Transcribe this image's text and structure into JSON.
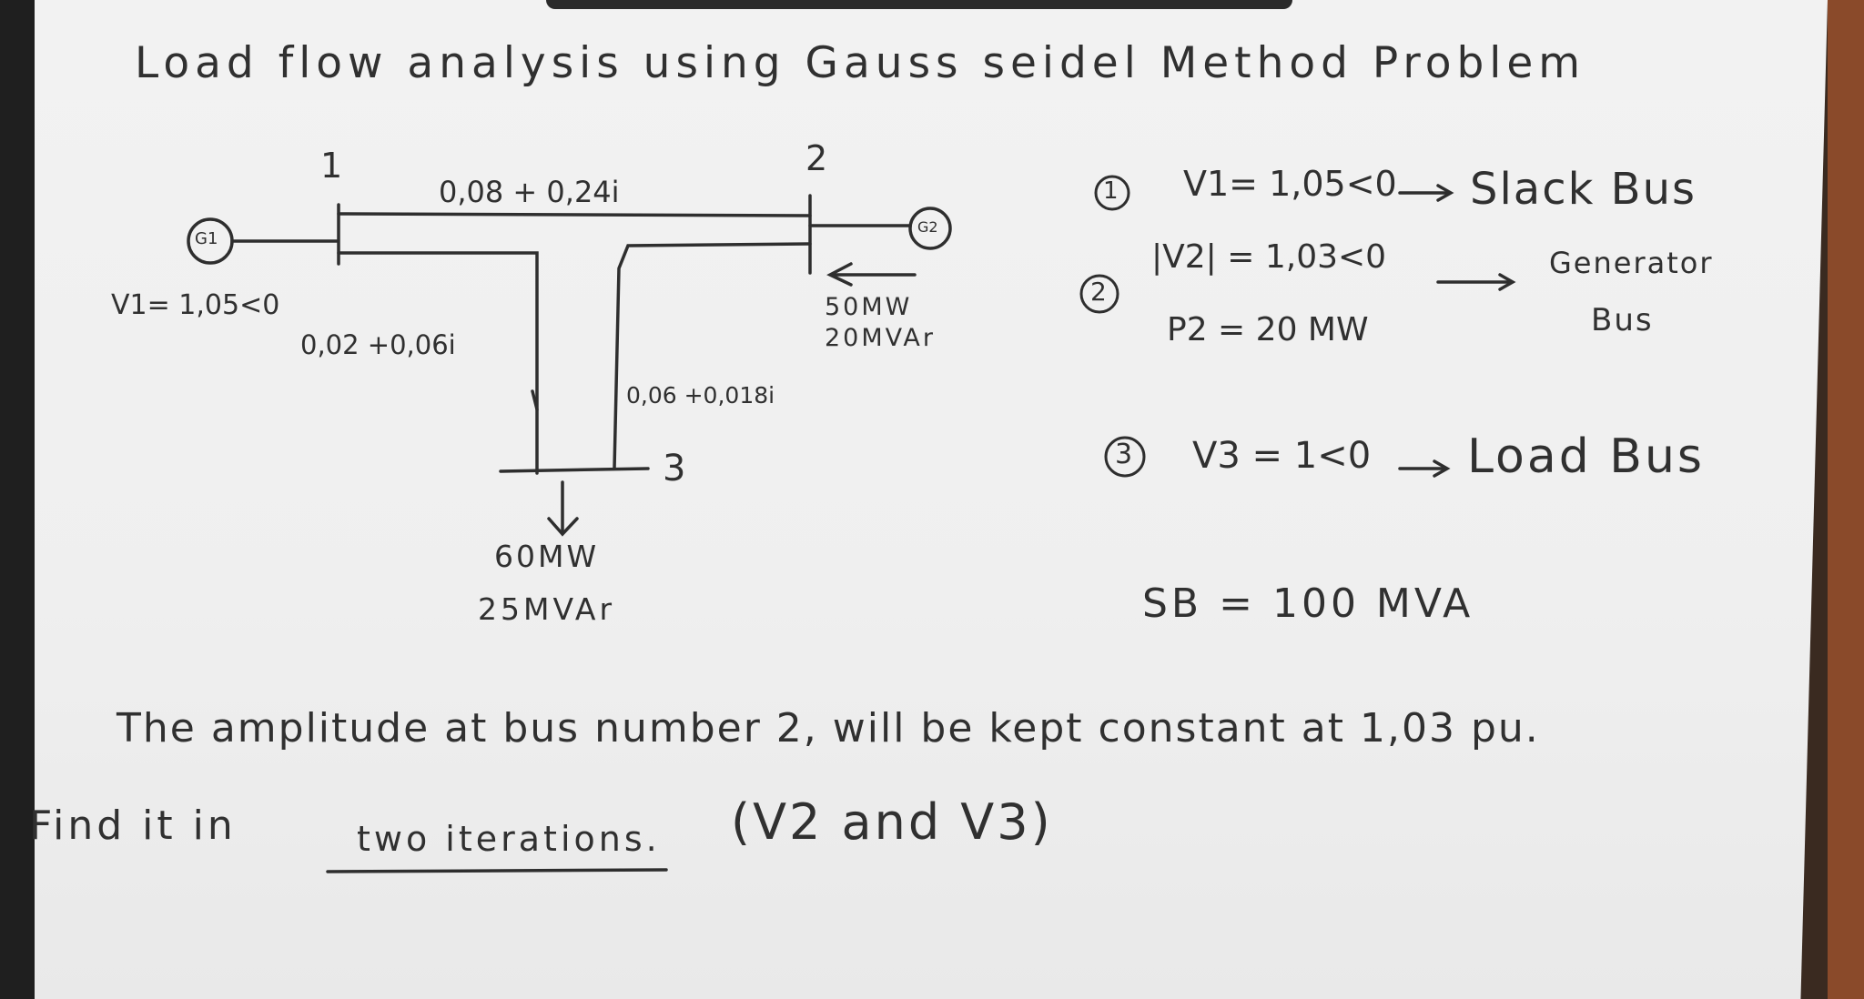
{
  "title": "Load flow analysis using Gauss seidel Method Problem",
  "diagram": {
    "bus1_label": "1",
    "bus2_label": "2",
    "bus3_label": "3",
    "gen1_label": "G1",
    "gen2_label": "G2",
    "line_12_impedance": "0,08 + 0,24i",
    "line_13_impedance": "0,02 +0,06i",
    "line_23_impedance": "0,06 +0,018i",
    "bus1_voltage": "V1= 1,05<0",
    "bus2_injection_p": "50MW",
    "bus2_injection_q": "20MVAr",
    "bus3_load_p": "60MW",
    "bus3_load_q": "25MVAr"
  },
  "given": {
    "item1_num": "1",
    "item1_text": "V1= 1,05<0",
    "item1_type": "Slack Bus",
    "item2_num": "2",
    "item2_v": "|V2| = 1,03<0",
    "item2_p": "P2 = 20 MW",
    "item2_type_line1": "Generator",
    "item2_type_line2": "Bus",
    "item3_num": "3",
    "item3_text": "V3 = 1<0",
    "item3_type": "Load Bus",
    "base_power": "SB = 100 MVA"
  },
  "statement": {
    "line1": "The amplitude at bus number 2, will be kept constant at 1,03 pu.",
    "line2_prefix": "Find it in",
    "line2_underlined": "two iterations.",
    "line2_suffix": "(V2 and V3)"
  },
  "colors": {
    "ink": "#303030",
    "paper": "#efefef",
    "background": "#1f1f1f"
  }
}
